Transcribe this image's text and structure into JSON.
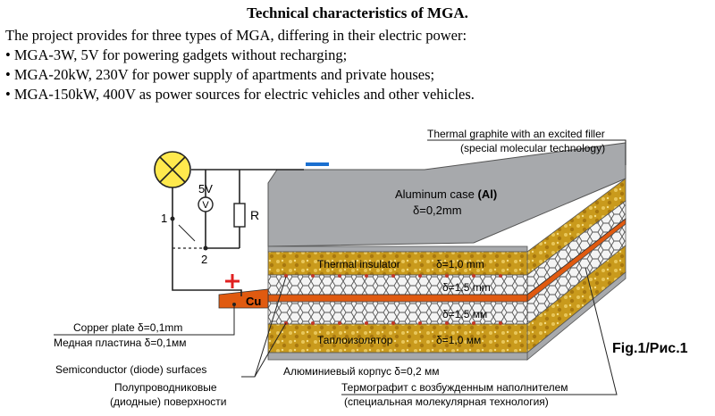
{
  "header": {
    "title": "Technical characteristics of MGA.",
    "intro": "The project provides for three types of MGA, differing in their electric power:",
    "bullets": [
      "• MGA-3W, 5V for powering gadgets without recharging;",
      "• MGA-20kW, 230V for power supply of apartments and private houses;",
      "• MGA-150kW, 400V as power sources for electric vehicles and other vehicles."
    ]
  },
  "diagram": {
    "top_note_line1": "Thermal graphite with an excited filler",
    "top_note_line2": "(special molecular technology)",
    "minus_sign": "—",
    "plus_sign": "+",
    "voltage": "5V",
    "voltmeter": "V",
    "resistor": "R",
    "switch_pos1": "1",
    "switch_pos2": "2",
    "cu": "Cu",
    "aluminum_case": "Aluminum case ",
    "aluminum_symbol": "(Al)",
    "aluminum_thickness": "δ=0,2mm",
    "thermal_insulator": "Thermal insulator",
    "insulator_thickness_top": "δ=1,0 mm",
    "graphite_thickness_top": "δ=1,5 mm",
    "graphite_thickness_bottom": "δ=1,5 мм",
    "insulator_ru": "Таплоизолятор",
    "insulator_thickness_bottom": "δ=1,0 мм",
    "copper_plate_en": "Copper plate δ=0,1mm",
    "copper_plate_ru": "Медная пластина δ=0,1мм",
    "semiconductor_en": "Semiconductor (diode) surfaces",
    "semiconductor_ru_1": "Полупроводниковые",
    "semiconductor_ru_2": "(диодные) поверхности",
    "aluminum_case_ru": "Алюминиевый корпус  δ=0,2 мм",
    "graphite_ru_1": "Термографит с возбужденным наполнителем",
    "graphite_ru_2": "(специальная молекулярная технология)",
    "figure_label": "Fig.1/Рис.1"
  },
  "colors": {
    "aluminum": "#a7a9ac",
    "insulator": "#c99a1c",
    "copper": "#e05a10",
    "graphite": "#d9d9d9",
    "minus": "#1a6fd0",
    "plus": "#e02020",
    "lamp": "#ffe94d"
  }
}
